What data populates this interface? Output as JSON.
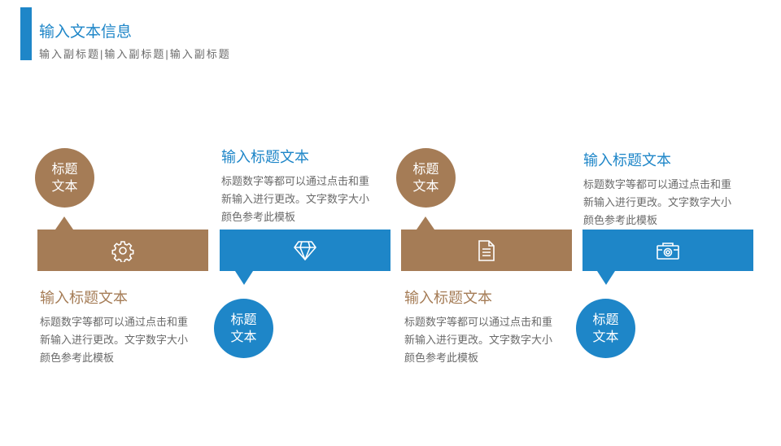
{
  "header": {
    "title": "输入文本信息",
    "subtitle": "输入副标题|输入副标题|输入副标题"
  },
  "colors": {
    "blue": "#1e86c8",
    "brown": "#a57c56",
    "text": "#6a6a6a"
  },
  "steps": [
    {
      "circle_text": "标题文本",
      "icon": "gear-icon",
      "color": "brown",
      "title": "输入标题文本",
      "body": "标题数字等都可以通过点击和重新输入进行更改。文字数字大小颜色参考此模板"
    },
    {
      "circle_text": "标题文本",
      "icon": "diamond-icon",
      "color": "blue",
      "title": "输入标题文本",
      "body": "标题数字等都可以通过点击和重新输入进行更改。文字数字大小颜色参考此模板"
    },
    {
      "circle_text": "标题文本",
      "icon": "document-icon",
      "color": "brown",
      "title": "输入标题文本",
      "body": "标题数字等都可以通过点击和重新输入进行更改。文字数字大小颜色参考此模板"
    },
    {
      "circle_text": "标题文本",
      "icon": "camera-icon",
      "color": "blue",
      "title": "输入标题文本",
      "body": "标题数字等都可以通过点击和重新输入进行更改。文字数字大小颜色参考此模板"
    }
  ]
}
